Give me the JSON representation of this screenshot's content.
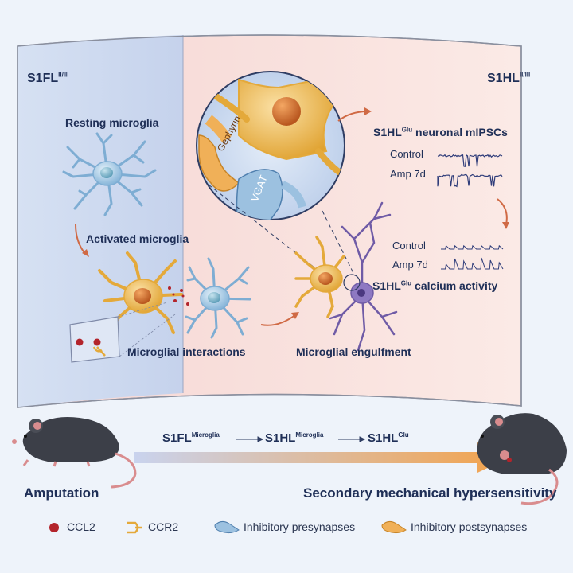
{
  "panel": {
    "left_region": "S1FL",
    "left_layers": "II/III",
    "right_region": "S1HL",
    "right_layers": "II/III"
  },
  "labels": {
    "resting": "Resting microglia",
    "activated": "Activated microglia",
    "interactions": "Microglial interactions",
    "engulfment": "Microglial engulfment",
    "gephyrin": "Gephyrin",
    "vgat": "VGAT"
  },
  "mipsc": {
    "title_prefix": "S1HL",
    "title_sup": "Glu",
    "title_suffix": " neuronal mIPSCs",
    "control": "Control",
    "amp": "Amp 7d"
  },
  "calcium": {
    "title_prefix": "S1HL",
    "title_sup": "Glu",
    "title_suffix": " calcium activity",
    "control": "Control",
    "amp": "Amp 7d"
  },
  "pathway": {
    "step1": "S1FL",
    "step1_sup": "Microglia",
    "step2": "S1HL",
    "step2_sup": "Microglia",
    "step3": "S1HL",
    "step3_sup": "Glu"
  },
  "bottom": {
    "amputation": "Amputation",
    "outcome": "Secondary mechanical hypersensitivity"
  },
  "legend": {
    "ccl2": "CCL2",
    "ccr2": "CCR2",
    "presyn": "Inhibitory presynapses",
    "postsyn": "Inhibitory postsynapses"
  },
  "colors": {
    "text": "#1f2f57",
    "left_bg": "#c9d6ee",
    "right_bg": "#f8dcd6",
    "microglia_blue": "#6b9cc8",
    "microglia_orange": "#e4a93a",
    "neuron_purple": "#6f5ba6",
    "arrow": "#d06a45",
    "ccl2": "#b3242b"
  }
}
